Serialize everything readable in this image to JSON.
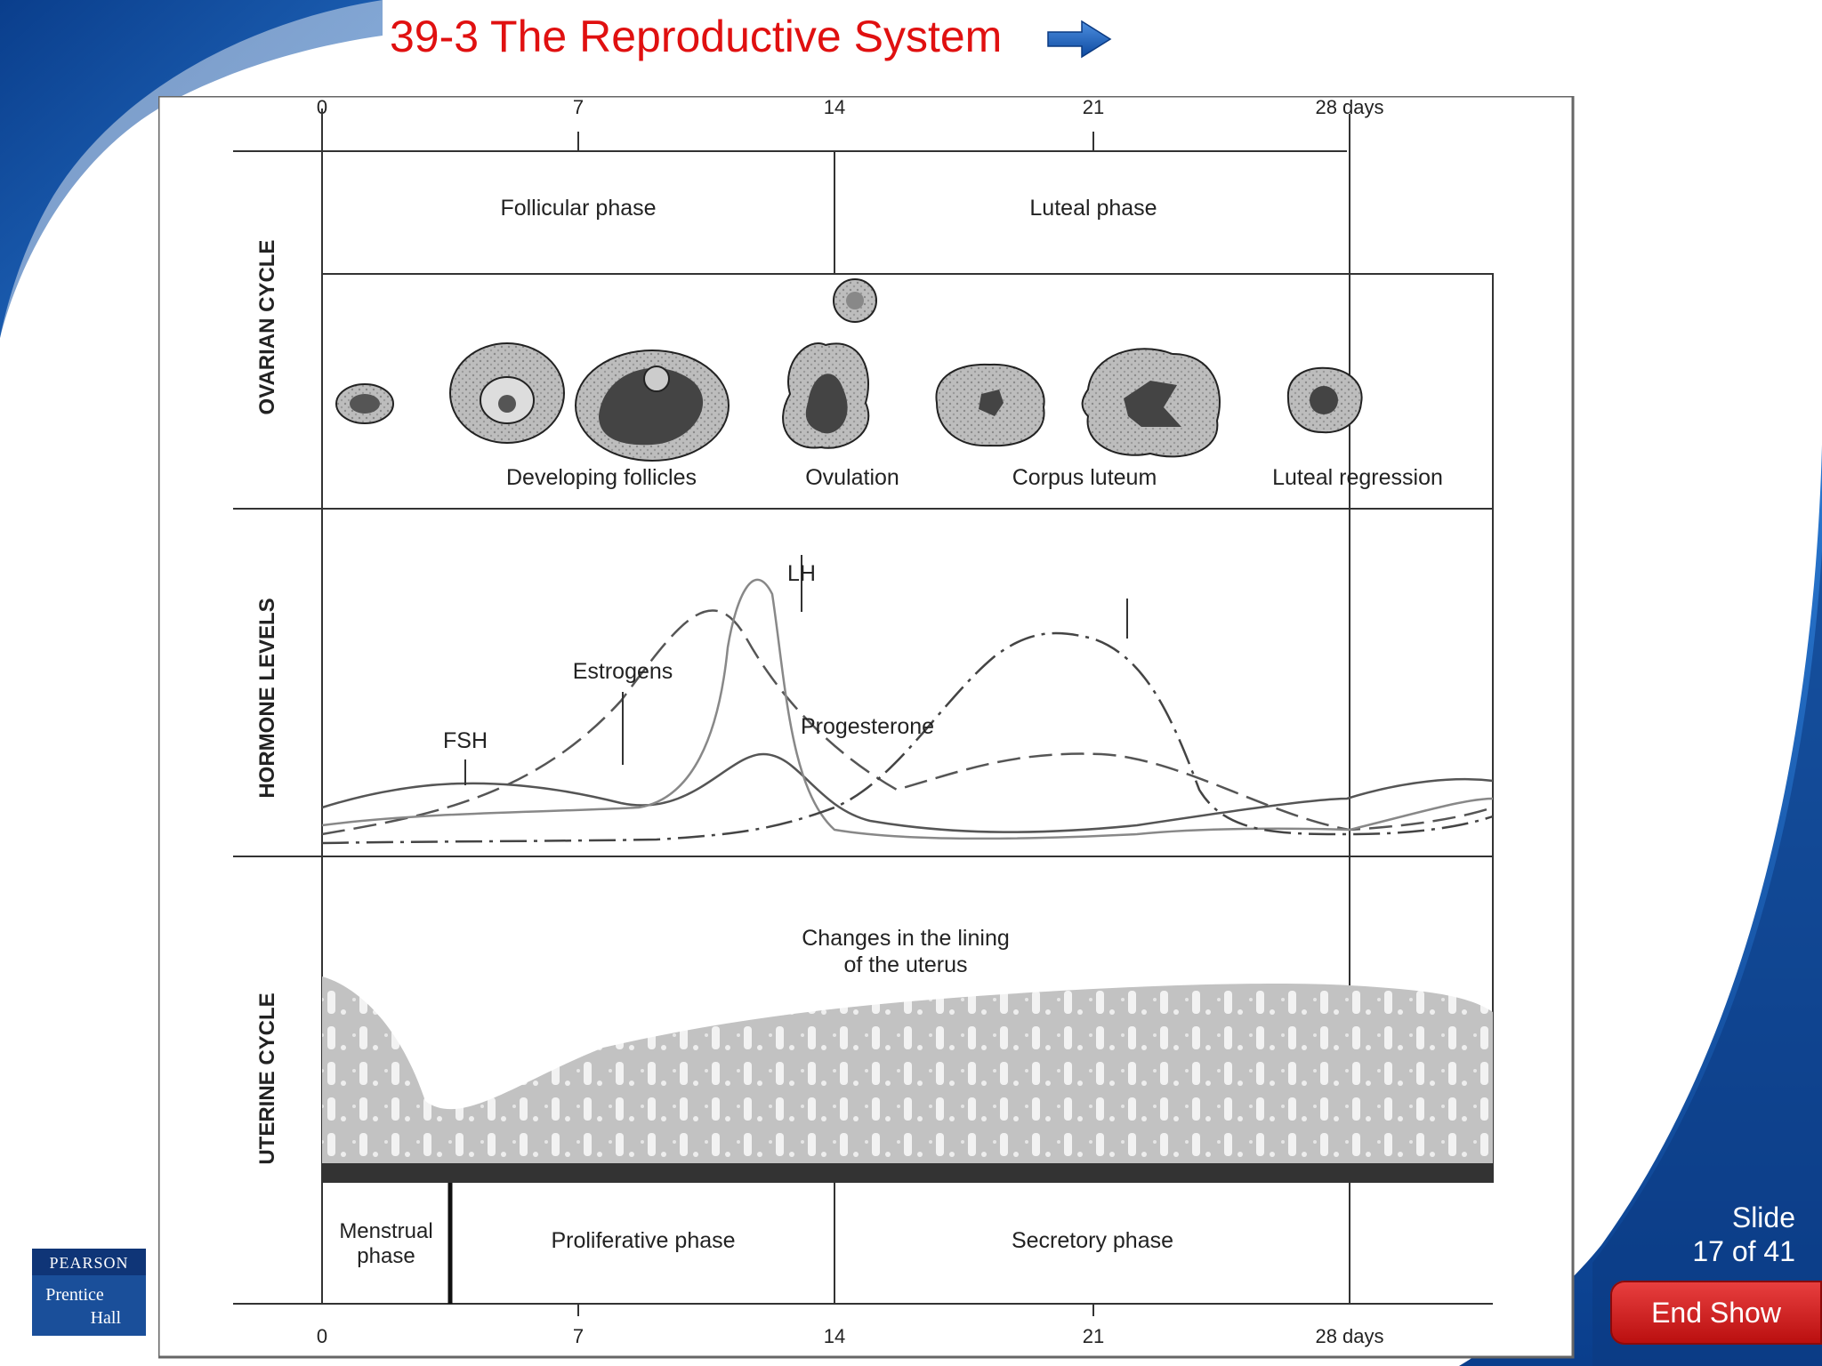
{
  "slide": {
    "title": "39-3 The Reproductive System",
    "counter_line1": "Slide",
    "counter_line2": "17 of 41",
    "end_show_label": "End Show"
  },
  "logo": {
    "brand": "PEARSON",
    "line1": "Prentice",
    "line2": "Hall"
  },
  "figure": {
    "axis_ticks": [
      "0",
      "7",
      "14",
      "21",
      "28 days"
    ],
    "section_labels": {
      "ovarian": "OVARIAN CYCLE",
      "hormone": "HORMONE LEVELS",
      "uterine": "UTERINE CYCLE"
    },
    "ovarian_phases": {
      "follicular": "Follicular phase",
      "luteal": "Luteal phase"
    },
    "ovary_stages": {
      "developing": "Developing follicles",
      "ovulation": "Ovulation",
      "corpus": "Corpus luteum",
      "regression": "Luteal regression"
    },
    "hormones": {
      "lh": "LH",
      "estrogens": "Estrogens",
      "fsh": "FSH",
      "progesterone": "Progesterone"
    },
    "uterus_caption_line1": "Changes in the lining",
    "uterus_caption_line2": "of the uterus",
    "uterine_phases": {
      "menstrual_line1": "Menstrual",
      "menstrual_line2": "phase",
      "proliferative": "Proliferative phase",
      "secretory": "Secretory phase"
    }
  },
  "colors": {
    "title": "#e01010",
    "swoosh_blue": "#1356a8",
    "end_show_red": "#d42020"
  }
}
